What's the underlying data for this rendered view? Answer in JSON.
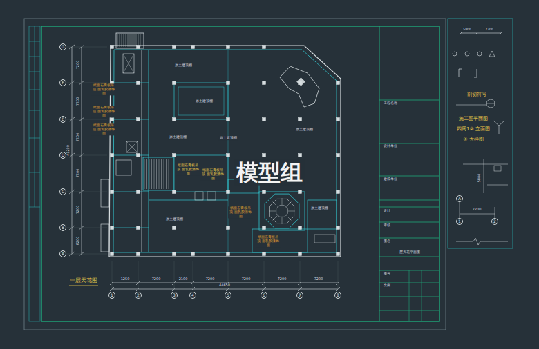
{
  "diagram": {
    "title": "一层天花图",
    "nodes": [
      {
        "text": [
          "G"
        ]
      },
      {
        "text": [
          "F"
        ]
      },
      {
        "text": [
          "E"
        ]
      },
      {
        "text": [
          "D"
        ]
      },
      {
        "text": [
          "C"
        ]
      },
      {
        "text": [
          "B"
        ]
      },
      {
        "text": [
          "A"
        ]
      },
      {
        "text": [
          "1"
        ]
      },
      {
        "text": [
          "2"
        ]
      },
      {
        "text": [
          "3"
        ]
      },
      {
        "text": [
          "4"
        ]
      },
      {
        "text": [
          "5"
        ]
      },
      {
        "text": [
          "6"
        ]
      },
      {
        "text": [
          "7"
        ]
      },
      {
        "text": [
          "8"
        ]
      },
      {
        "text": [
          "A"
        ]
      },
      {
        "text": [
          "1"
        ]
      },
      {
        "text": [
          "2"
        ]
      }
    ],
    "labels": [
      "模型组",
      "原土建顶棚",
      "原土建顶棚",
      "原土建顶棚",
      "原土建顶棚",
      "原土建顶棚",
      "原土建顶棚",
      "原土建顶棚",
      "纸面石膏板吊顶 面乳胶漆饰面",
      "纸面石膏板吊顶 面乳胶漆饰面",
      "纸面石膏板吊顶 面乳胶漆饰面",
      "纸面石膏板吊顶 面乳胶漆饰面",
      "纸面石膏板吊顶 面乳胶漆饰面",
      "纸面石膏板吊顶 面乳胶漆饰面",
      "纸面石膏板吊顶 面乳胶漆饰面",
      "7200",
      "7200",
      "7200",
      "7200",
      "7200",
      "8200",
      "41200",
      "1250",
      "7200",
      "2100",
      "7200",
      "7200",
      "7200",
      "7200",
      "44650",
      "工程名称",
      "设计单位",
      "建设单位",
      "设计",
      "审核",
      "图名",
      "一层天花平面图",
      "图号",
      "比例",
      "5800",
      "7200",
      "剖切符号",
      "施工图平面图",
      "四周1② 立面图",
      "④ 大样图",
      "7200",
      "5800"
    ]
  }
}
